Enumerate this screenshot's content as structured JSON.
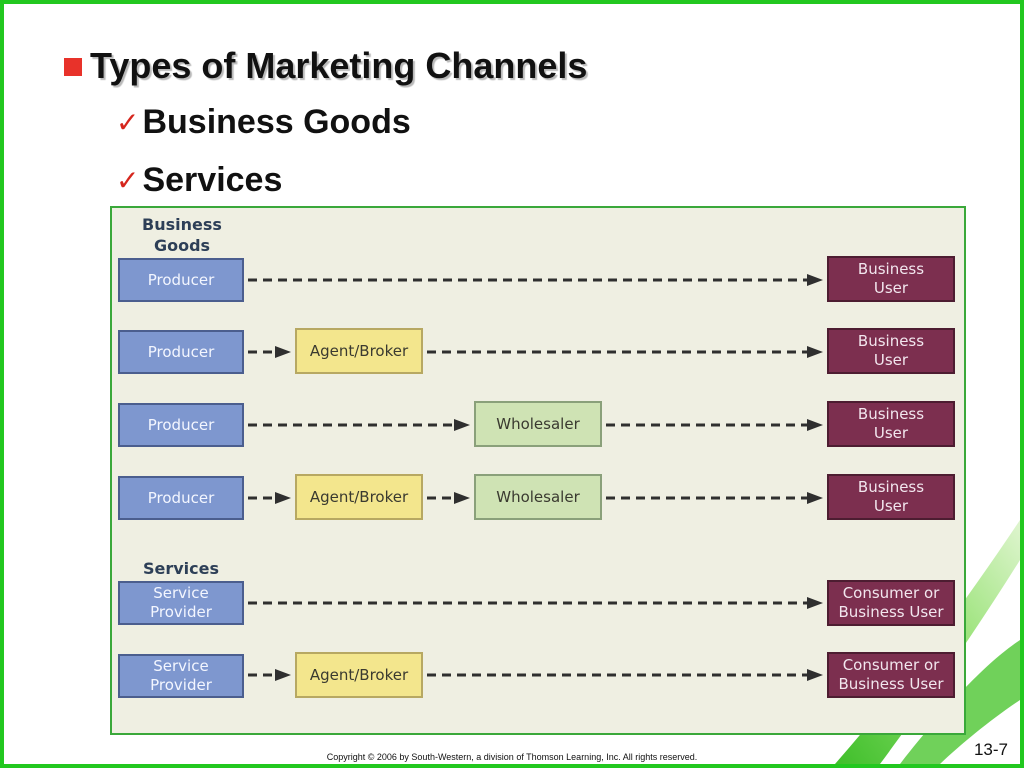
{
  "slide": {
    "title": "Types of Marketing Channels",
    "bullets": [
      "Business Goods",
      "Services"
    ],
    "check_glyph": "✓",
    "footer": "Copyright © 2006 by South-Western, a division of Thomson Learning, Inc. All rights reserved.",
    "page_number": "13-7"
  },
  "diagram": {
    "business_goods_heading": "Business\nGoods",
    "services_heading": "Services",
    "channels": [
      {
        "group": "business_goods",
        "nodes": [
          "Producer",
          "Business\nUser"
        ]
      },
      {
        "group": "business_goods",
        "nodes": [
          "Producer",
          "Agent/Broker",
          "Business\nUser"
        ]
      },
      {
        "group": "business_goods",
        "nodes": [
          "Producer",
          "Wholesaler",
          "Business\nUser"
        ]
      },
      {
        "group": "business_goods",
        "nodes": [
          "Producer",
          "Agent/Broker",
          "Wholesaler",
          "Business\nUser"
        ]
      },
      {
        "group": "services",
        "nodes": [
          "Service\nProvider",
          "Consumer or\nBusiness User"
        ]
      },
      {
        "group": "services",
        "nodes": [
          "Service\nProvider",
          "Agent/Broker",
          "Consumer or\nBusiness User"
        ]
      }
    ]
  },
  "colors": {
    "frame": "#22c81f",
    "bullet_square": "#e8322a",
    "check": "#d5261d",
    "producer_box": "#7e97cf",
    "agent_box": "#f3e68d",
    "wholesaler_box": "#cfe3b4",
    "user_box": "#7c2f4f",
    "panel_bg": "#efefe2"
  }
}
